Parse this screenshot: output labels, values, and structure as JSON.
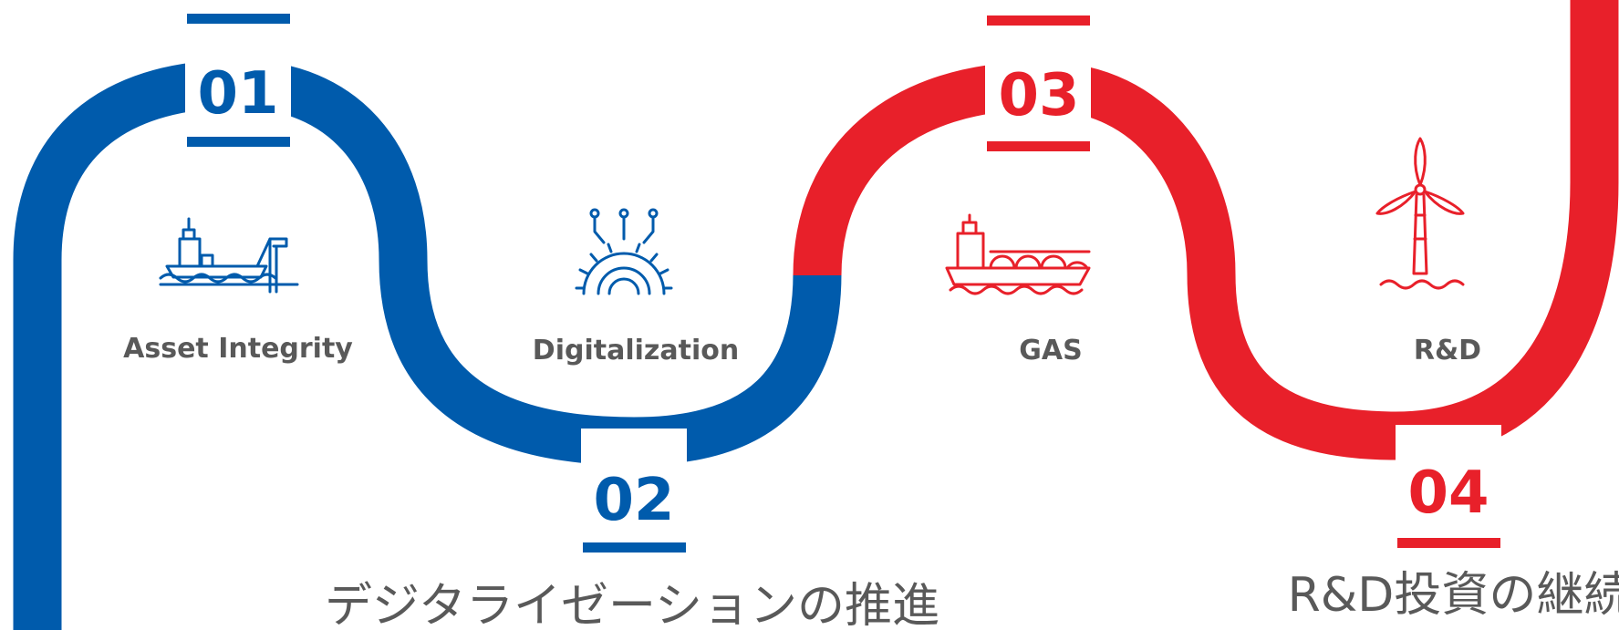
{
  "colors": {
    "blue": "#005bac",
    "red": "#e8202a",
    "label_gray": "#595959",
    "background": "#ffffff"
  },
  "steps": [
    {
      "number": "01",
      "label": "Asset Integrity",
      "icon": "fpso-vessel-icon",
      "color": "blue"
    },
    {
      "number": "02",
      "label": "Digitalization",
      "icon": "digital-gear-circuit-icon",
      "color": "blue"
    },
    {
      "number": "03",
      "label": "GAS",
      "icon": "lng-carrier-icon",
      "color": "red"
    },
    {
      "number": "04",
      "label": "R&D",
      "icon": "offshore-wind-turbine-icon",
      "color": "red"
    }
  ],
  "captions": {
    "step_02": "デジタライゼーションの推進",
    "step_04": "R&D投資の継続"
  }
}
